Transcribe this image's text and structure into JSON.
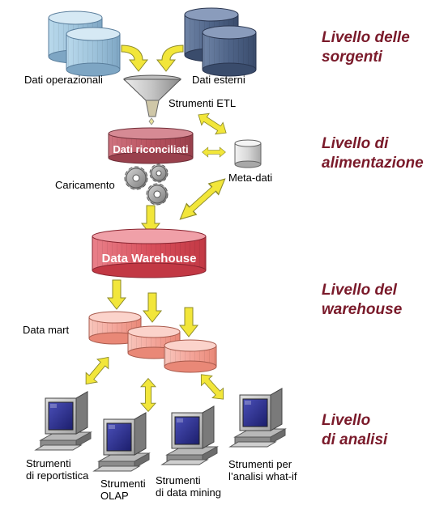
{
  "levels": {
    "sources": [
      "Livello delle",
      "sorgenti"
    ],
    "feeding": [
      "Livello di",
      "alimentazione"
    ],
    "warehouse": [
      "Livello del",
      "warehouse"
    ],
    "analysis": [
      "Livello",
      "di analisi"
    ]
  },
  "labels": {
    "operational_data": "Dati operazionali",
    "external_data": "Dati esterni",
    "etl_tools": "Strumenti ETL",
    "reconciled_data": "Dati riconciliati",
    "metadata": "Meta-dati",
    "loading": "Caricamento",
    "data_warehouse": "Data Warehouse",
    "data_mart": "Data mart"
  },
  "tools": {
    "reporting": [
      "Strumenti",
      "di reportistica"
    ],
    "olap": [
      "Strumenti",
      "OLAP"
    ],
    "data_mining": [
      "Strumenti",
      "di data mining"
    ],
    "what_if": [
      "Strumenti per",
      "l’analisi what-if"
    ]
  },
  "colors": {
    "level_text": "#7a1a2a",
    "arrow_fill": "#f2e63a",
    "source_blue": "#9fc4dc",
    "source_navy": "#4f6488",
    "warehouse_red": "#d9505c",
    "datamart_pink": "#f4a59a",
    "reconciled": "#b9525f"
  },
  "icons": [
    "database-icon",
    "funnel-icon",
    "gear-icon",
    "computer-icon",
    "arrow-icon"
  ]
}
